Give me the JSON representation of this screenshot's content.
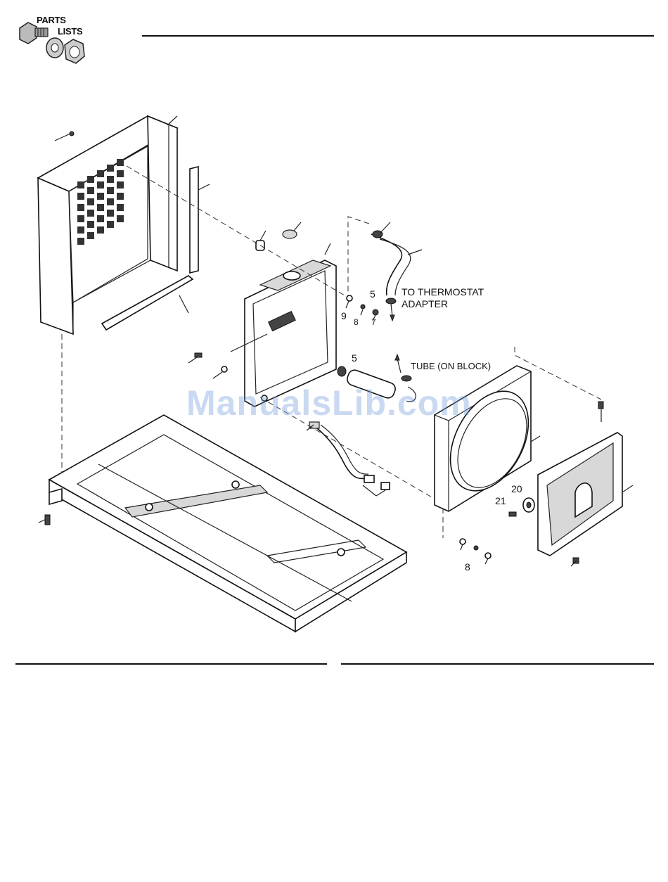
{
  "header": {
    "logo_line1": "PARTS",
    "logo_line2": "LISTS"
  },
  "diagram": {
    "callouts": {
      "c5a": "5",
      "c9": "9",
      "c8a": "8",
      "c7": "7",
      "c5b": "5",
      "c20": "20",
      "c21": "21",
      "c8b": "8"
    },
    "notes": {
      "to_thermostat_line1": "TO THERMOSTAT",
      "to_thermostat_line2": "ADAPTER",
      "tube_on_block": "TUBE (ON BLOCK)"
    }
  },
  "watermark": "ManualsLib.com"
}
